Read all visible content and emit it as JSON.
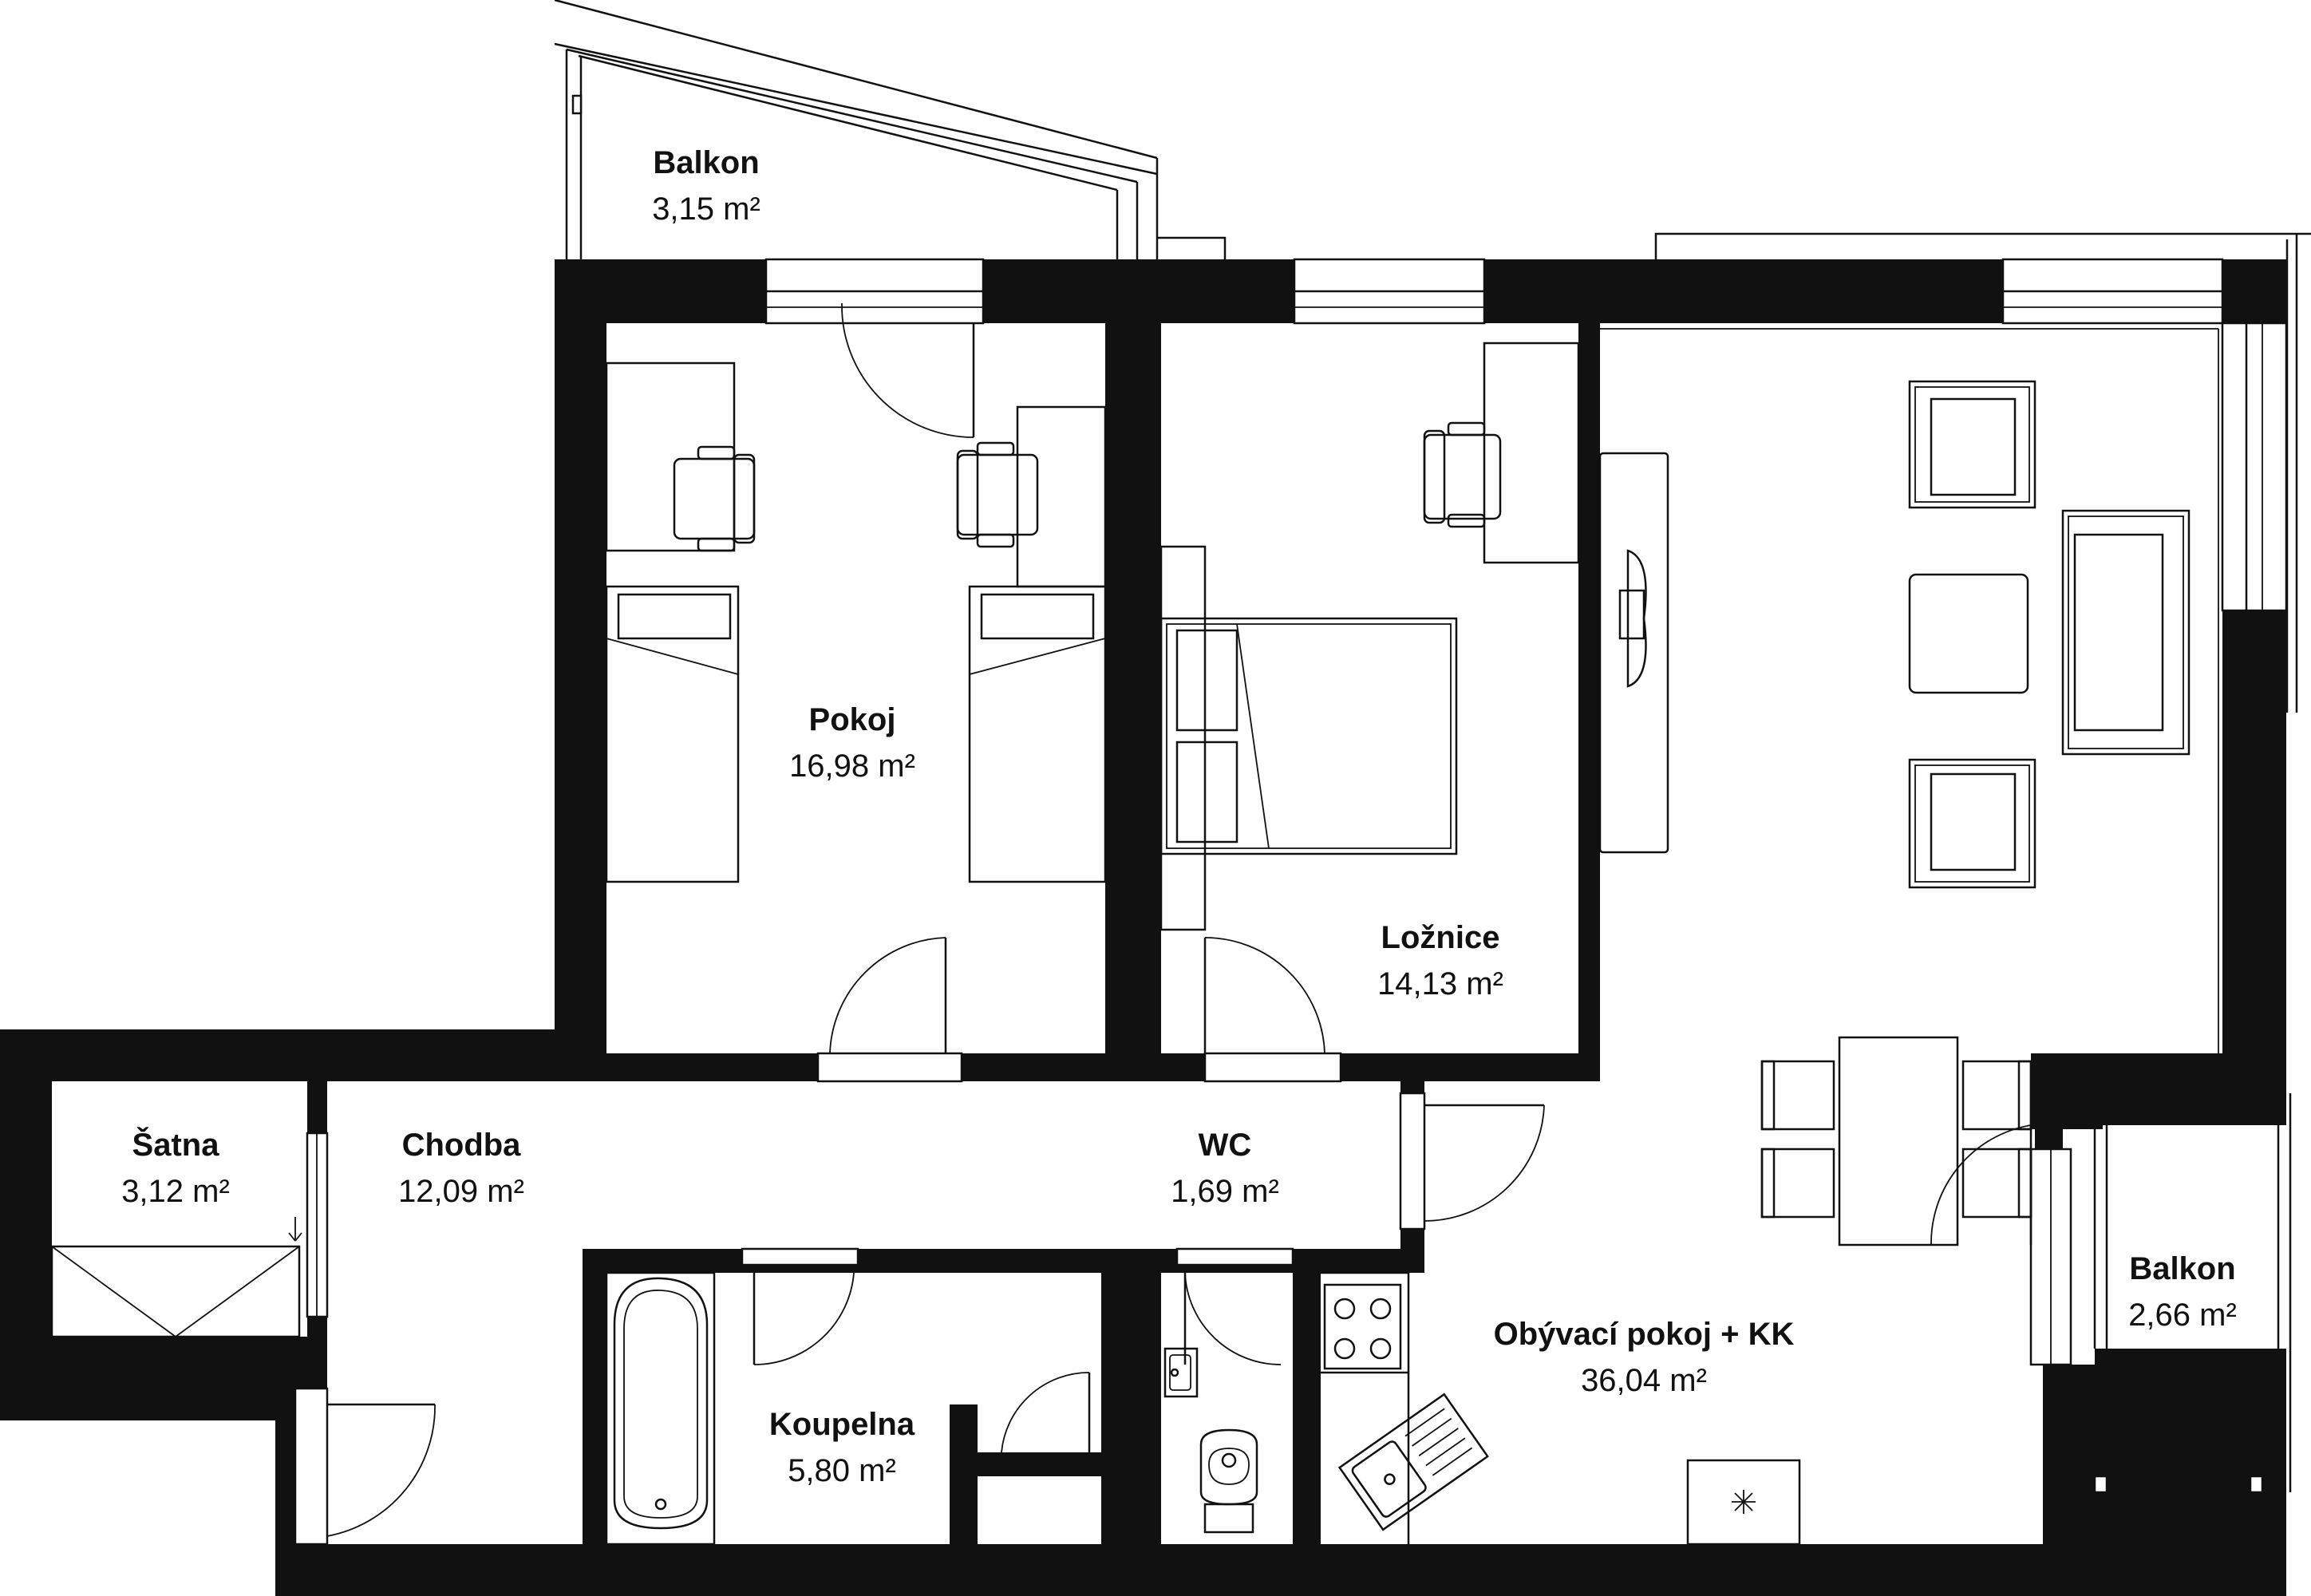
{
  "rooms": [
    {
      "id": "balkon-top",
      "name": "Balkon",
      "area": "3,15 m²"
    },
    {
      "id": "pokoj",
      "name": "Pokoj",
      "area": "16,98 m²"
    },
    {
      "id": "loznice",
      "name": "Ložnice",
      "area": "14,13 m²"
    },
    {
      "id": "satna",
      "name": "Šatna",
      "area": "3,12 m²"
    },
    {
      "id": "chodba",
      "name": "Chodba",
      "area": "12,09 m²"
    },
    {
      "id": "wc",
      "name": "WC",
      "area": "1,69 m²"
    },
    {
      "id": "koupelna",
      "name": "Koupelna",
      "area": "5,80 m²"
    },
    {
      "id": "obyvaci",
      "name": "Obývací pokoj + KK",
      "area": "36,04 m²"
    },
    {
      "id": "balkon-right",
      "name": "Balkon",
      "area": "2,66 m²"
    }
  ]
}
